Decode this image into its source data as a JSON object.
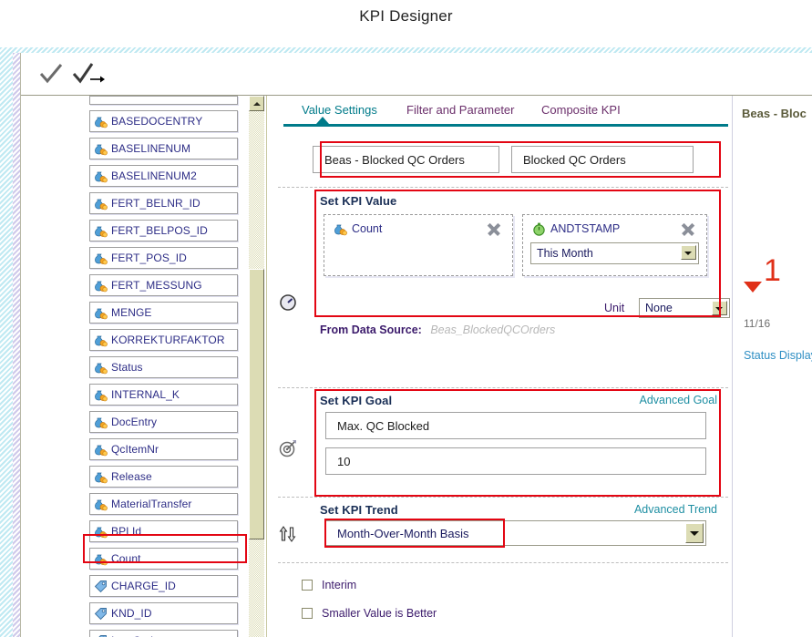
{
  "page": {
    "title": "KPI Designer"
  },
  "toolbar": {
    "buttons": [
      {
        "name": "check-icon",
        "label": ""
      },
      {
        "name": "check-arrow-icon",
        "label": ""
      }
    ]
  },
  "sidebar": {
    "items": [
      {
        "label": "BASEDOCENTRY",
        "icon": "money-bag-icon"
      },
      {
        "label": "BASELINENUM",
        "icon": "money-bag-icon"
      },
      {
        "label": "BASELINENUM2",
        "icon": "money-bag-icon"
      },
      {
        "label": "FERT_BELNR_ID",
        "icon": "money-bag-icon"
      },
      {
        "label": "FERT_BELPOS_ID",
        "icon": "money-bag-icon"
      },
      {
        "label": "FERT_POS_ID",
        "icon": "money-bag-icon"
      },
      {
        "label": "FERT_MESSUNG",
        "icon": "money-bag-icon"
      },
      {
        "label": "MENGE",
        "icon": "money-bag-icon"
      },
      {
        "label": "KORREKTURFAKTOR",
        "icon": "money-bag-icon"
      },
      {
        "label": "Status",
        "icon": "money-bag-icon"
      },
      {
        "label": "INTERNAL_K",
        "icon": "money-bag-icon"
      },
      {
        "label": "DocEntry",
        "icon": "money-bag-icon"
      },
      {
        "label": "QcItemNr",
        "icon": "money-bag-icon"
      },
      {
        "label": "Release",
        "icon": "money-bag-icon"
      },
      {
        "label": "MaterialTransfer",
        "icon": "money-bag-icon"
      },
      {
        "label": "BPLId",
        "icon": "money-bag-icon"
      },
      {
        "label": "Count",
        "icon": "money-bag-icon"
      },
      {
        "label": "CHARGE_ID",
        "icon": "tag-icon"
      },
      {
        "label": "KND_ID",
        "icon": "tag-icon"
      },
      {
        "label": "ItemCode",
        "icon": "tag-icon"
      }
    ],
    "highlighted_item": "Count"
  },
  "main": {
    "tabs": [
      {
        "label": "Value Settings",
        "active": true
      },
      {
        "label": "Filter and Parameter",
        "active": false
      },
      {
        "label": "Composite KPI",
        "active": false
      }
    ],
    "name_fields": {
      "kpi_name": "Beas - Blocked QC Orders",
      "display_name": "Blocked QC Orders"
    },
    "kpi_value": {
      "section_title": "Set KPI Value",
      "measure_slot": {
        "label": "Count",
        "icon": "money-bag-icon",
        "remove": "remove-icon"
      },
      "date_slot": {
        "label": "ANDTSTAMP",
        "icon": "stopwatch-icon",
        "remove": "remove-icon",
        "period": "This Month"
      },
      "unit_label": "Unit",
      "unit_value": "None",
      "data_source_label": "From Data Source:",
      "data_source_value": "Beas_BlockedQCOrders"
    },
    "kpi_goal": {
      "section_title": "Set KPI Goal",
      "advanced_link": "Advanced Goal",
      "goal_name": "Max. QC Blocked",
      "goal_value": "10"
    },
    "kpi_trend": {
      "section_title": "Set KPI Trend",
      "advanced_link": "Advanced Trend",
      "trend_value": "Month-Over-Month Basis"
    },
    "options": [
      {
        "label": "Interim",
        "checked": false
      },
      {
        "label": "Smaller Value is Better",
        "checked": false
      }
    ]
  },
  "preview": {
    "title": "Beas - Bloc",
    "value": "1",
    "trend_direction": "down",
    "date": "11/16",
    "status_link": "Status Display"
  },
  "colors": {
    "accent_teal": "#007b8a",
    "highlight_red": "#e30613",
    "value_red": "#e03018",
    "link_blue": "#1f8fa3",
    "field_text": "#2d2d86"
  }
}
